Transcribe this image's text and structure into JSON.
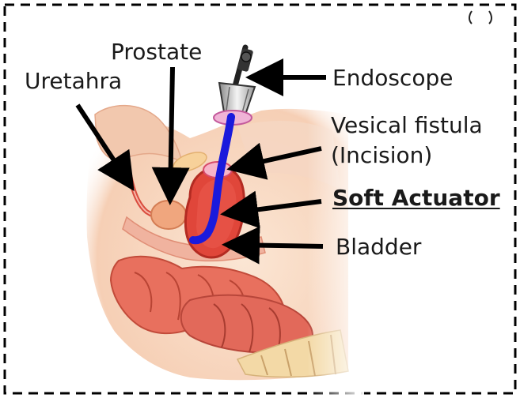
{
  "labels": {
    "prostate": "Prostate",
    "urethra": "Uretahra",
    "endoscope": "Endoscope",
    "vesical_fistula_line1": "Vesical fistula",
    "vesical_fistula_line2": "(Incision)",
    "soft_actuator": "Soft Actuator",
    "bladder": "Bladder"
  },
  "colors": {
    "actuator": "#1a1adc",
    "bladder": "#e0463a",
    "muscle": "#e87a6c",
    "skin": "#f9e2cf",
    "incision": "#e86a86",
    "border": "#000000",
    "arrow": "#000000"
  },
  "icons": [
    "endoscope-icon",
    "arrow-icon"
  ]
}
